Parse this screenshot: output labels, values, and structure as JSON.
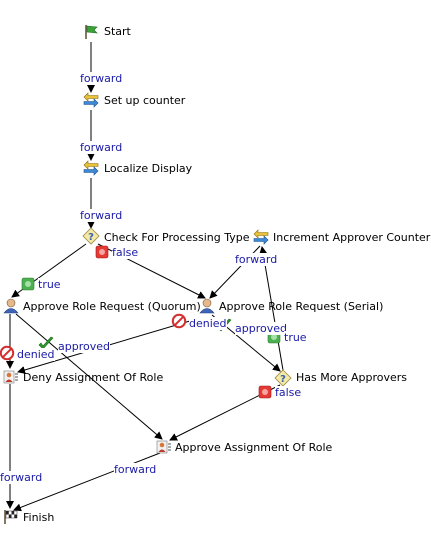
{
  "nodes": {
    "start": {
      "label": "Start",
      "icon": "green-flag-icon"
    },
    "setup_counter": {
      "label": "Set up counter",
      "icon": "action-arrows-icon"
    },
    "localize_display": {
      "label": "Localize Display",
      "icon": "action-arrows-icon"
    },
    "check_type": {
      "label": "Check For Processing Type",
      "icon": "decision-question-icon"
    },
    "increment_counter": {
      "label": "Increment Approver Counter",
      "icon": "action-arrows-icon"
    },
    "approve_quorum": {
      "label": "Approve Role Request (Quorum)",
      "icon": "user-approval-icon"
    },
    "approve_serial": {
      "label": "Approve Role Request (Serial)",
      "icon": "user-approval-icon"
    },
    "deny_assignment": {
      "label": "Deny Assignment Of Role",
      "icon": "role-assignment-icon"
    },
    "has_more": {
      "label": "Has More Approvers",
      "icon": "decision-question-icon"
    },
    "approve_assignment": {
      "label": "Approve Assignment Of Role",
      "icon": "role-assignment-icon"
    },
    "finish": {
      "label": "Finish",
      "icon": "checkered-flag-icon"
    }
  },
  "edge_labels": {
    "forward_1": "forward",
    "forward_2": "forward",
    "forward_3": "forward",
    "true_1": "true",
    "false_1": "false",
    "forward_4": "forward",
    "denied_1": "denied",
    "approved_1": "approved",
    "denied_2": "denied",
    "approved_2": "approved",
    "true_2": "true",
    "false_2": "false",
    "forward_5": "forward",
    "forward_6": "forward"
  },
  "colors": {
    "edge_text": "#1a1aa6",
    "line": "#000000"
  }
}
